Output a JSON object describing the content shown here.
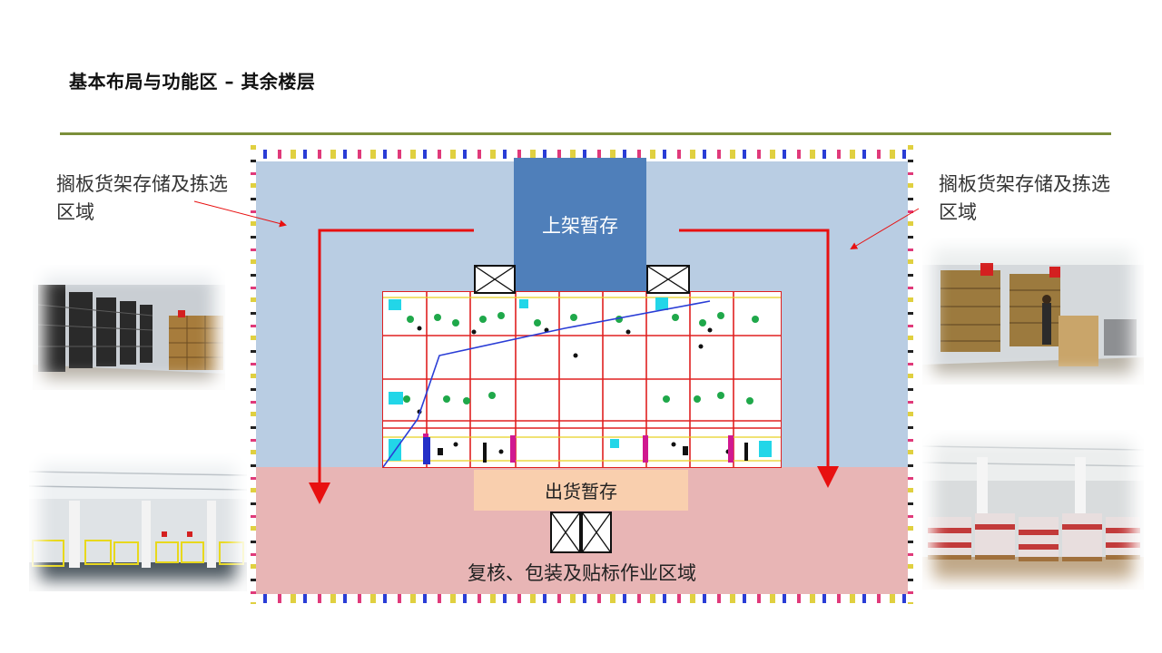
{
  "slide": {
    "title": "基本布局与功能区 – 其余楼层"
  },
  "callouts": {
    "left": "搁板货架存储及拣选区域",
    "right": "搁板货架存储及拣选区域"
  },
  "zones": {
    "putaway": "上架暂存",
    "outbound": "出货暂存",
    "check_pack": "复核、包装及贴标作业区域"
  },
  "colors": {
    "accent_rule": "#7b8f3a",
    "storage_zone": "#b9cde3",
    "putaway_zone": "#4f7fba",
    "check_zone": "#e8b5b5",
    "outbound_zone": "#f9cfae",
    "flow_arrow": "#e81010"
  },
  "photos": [
    {
      "icon": "shelving-photo-icon"
    },
    {
      "icon": "cage-area-photo-icon"
    },
    {
      "icon": "carton-shelving-photo-icon"
    },
    {
      "icon": "pallet-storage-photo-icon"
    }
  ]
}
